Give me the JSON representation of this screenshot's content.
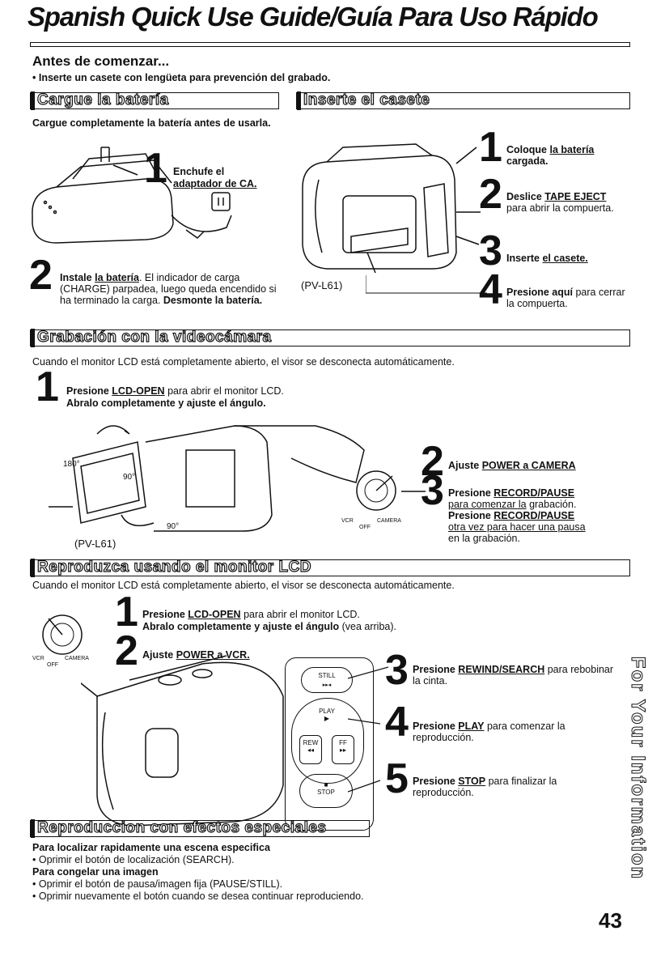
{
  "title": "Spanish Quick Use Guide/Guía Para Uso Rápido",
  "antes": {
    "heading": "Antes de comenzar...",
    "bullet": "• Inserte un casete con lengüeta para prevención del grabado."
  },
  "cargue": {
    "header": "Cargue la batería",
    "intro": "Cargue completamente la batería antes de usarla.",
    "step1_num": "1",
    "step1_a": "Enchufe el",
    "step1_b": "adaptador de CA.",
    "step2_num": "2",
    "step2_a": "Instale",
    "step2_b": "la batería",
    "step2_c": ". El indicador de carga (CHARGE) parpadea, luego queda encendido si ha terminado la carga.",
    "step2_d": "Desmonte la batería."
  },
  "inserte": {
    "header": "Inserte el casete",
    "model": "(PV-L61)",
    "s1_num": "1",
    "s1_a": "Coloque",
    "s1_b": "la batería",
    "s1_c": "cargada.",
    "s2_num": "2",
    "s2_a": "Deslice",
    "s2_b": "TAPE EJECT",
    "s2_c": "para abrir la compuerta.",
    "s3_num": "3",
    "s3_a": "Inserte",
    "s3_b": "el casete.",
    "s4_num": "4",
    "s4_a": "Presione aquí",
    "s4_b": "para cerrar la compuerta."
  },
  "grabacion": {
    "header": "Grabación con la videocámara",
    "note": "Cuando el monitor LCD está completamente abierto, el visor se desconecta automáticamente.",
    "s1_num": "1",
    "s1_a": "Presione",
    "s1_b": "LCD-OPEN",
    "s1_c": "para abrir el monitor LCD.",
    "s1_d": "Abralo completamente y ajuste el ángulo.",
    "deg180": "180°",
    "deg90a": "90°",
    "deg90b": "90°",
    "model": "(PV-L61)",
    "vcr": "VCR",
    "off": "OFF",
    "camera": "CAMERA",
    "s2_num": "2",
    "s2_a": "Ajuste",
    "s2_b": "POWER a CAMERA",
    "s3_num": "3",
    "s3_a": "Presione",
    "s3_b": "RECORD/PAUSE",
    "s3_c": "para comenzar la",
    "s3_d": "grabación.",
    "s3_e": "Presione",
    "s3_f": "RECORD/PAUSE",
    "s3_g": "otra vez para hacer una pausa",
    "s3_h": "en la grabación."
  },
  "reproduzca": {
    "header": "Reproduzca usando el monitor LCD",
    "note": "Cuando el monitor LCD está completamente abierto, el visor se desconecta automáticamente.",
    "s1_num": "1",
    "s1_a": "Presione",
    "s1_b": "LCD-OPEN",
    "s1_c": "para abrir el monitor LCD.",
    "s1_d": "Abralo completamente y ajuste el ángulo",
    "s1_e": "(vea arriba).",
    "s2_num": "2",
    "s2_a": "Ajuste",
    "s2_b": "POWER a VCR.",
    "vcr": "VCR",
    "off": "OFF",
    "camera": "CAMERA",
    "btn_still": "STILL",
    "btn_play": "PLAY",
    "btn_rew": "REW",
    "btn_ff": "FF",
    "btn_stop": "STOP",
    "s3_num": "3",
    "s3_a": "Presione",
    "s3_b": "REWIND/SEARCH",
    "s3_c": "para rebobinar la cinta.",
    "s4_num": "4",
    "s4_a": "Presione",
    "s4_b": "PLAY",
    "s4_c": "para comenzar la reproducción.",
    "s5_num": "5",
    "s5_a": "Presione",
    "s5_b": "STOP",
    "s5_c": "para finalizar la reproducción."
  },
  "efectos": {
    "header": "Reproduccion con efectos especiales",
    "l1": "Para localizar rapidamente una escena especifica",
    "l2": "• Oprimir el botón de localización (SEARCH).",
    "l3": "Para congelar una imagen",
    "l4": "• Oprimir el botón de pausa/imagen fija (PAUSE/STILL).",
    "l5": "• Oprimir nuevamente el botón cuando se desea continuar reproduciendo."
  },
  "side_tab": "For Your Information",
  "page_number": "43"
}
